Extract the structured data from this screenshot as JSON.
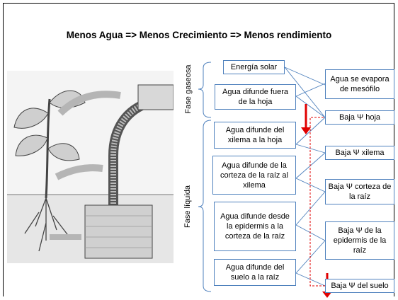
{
  "title": "Menos Agua => Menos Crecimiento => Menos rendimiento",
  "phases": {
    "gas": "Fase gaseosa",
    "liquid": "Fase líquida"
  },
  "left_steps": [
    "Energía solar",
    "Agua difunde fuera de la hoja",
    "Agua difunde del xilema a la hoja",
    "Agua difunde de la corteza de la raíz al xilema",
    "Agua difunde desde la epidermis a la corteza de la raíz",
    "Agua difunde del suelo a la raíz"
  ],
  "right_states": [
    "Agua se evapora de mesófilo",
    "Baja Ψ hoja",
    "Baja Ψ xilema",
    "Baja Ψ corteza de la raíz",
    "Baja Ψ de la epidermis de la raíz",
    "Baja Ψ del suelo"
  ],
  "colors": {
    "box_border": "#4f81bd",
    "arrow": "#e00000",
    "dashed_line": "#e00000"
  }
}
